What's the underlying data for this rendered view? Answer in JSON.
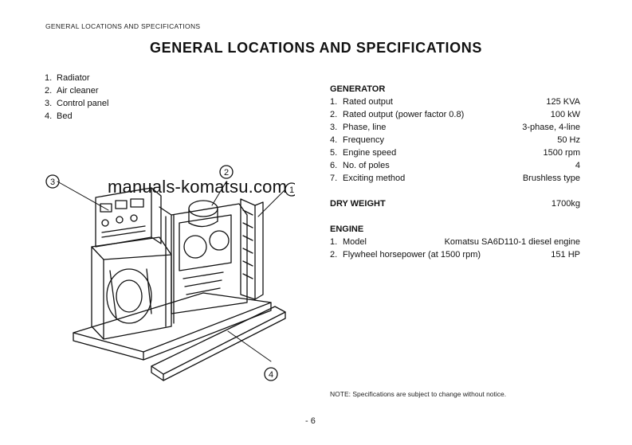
{
  "header": {
    "running_title": "GENERAL LOCATIONS AND SPECIFICATIONS"
  },
  "title": "GENERAL LOCATIONS AND SPECIFICATIONS",
  "parts": [
    {
      "num": "1.",
      "label": "Radiator"
    },
    {
      "num": "2.",
      "label": "Air cleaner"
    },
    {
      "num": "3.",
      "label": "Control panel"
    },
    {
      "num": "4.",
      "label": "Bed"
    }
  ],
  "generator": {
    "heading": "GENERATOR",
    "rows": [
      {
        "num": "1.",
        "label": "Rated output",
        "value": "125 KVA"
      },
      {
        "num": "2.",
        "label": "Rated output (power factor 0.8)",
        "value": "100 kW"
      },
      {
        "num": "3.",
        "label": "Phase, line",
        "value": "3-phase, 4-line"
      },
      {
        "num": "4.",
        "label": "Frequency",
        "value": "50 Hz"
      },
      {
        "num": "5.",
        "label": "Engine speed",
        "value": "1500 rpm"
      },
      {
        "num": "6.",
        "label": "No. of poles",
        "value": "4"
      },
      {
        "num": "7.",
        "label": "Exciting method",
        "value": "Brushless type"
      }
    ]
  },
  "dry_weight": {
    "label": "DRY WEIGHT",
    "value": "1700kg"
  },
  "engine": {
    "heading": "ENGINE",
    "rows": [
      {
        "num": "1.",
        "label": "Model",
        "value": "Komatsu SA6D110-1 diesel engine"
      },
      {
        "num": "2.",
        "label": "Flywheel horsepower (at 1500 rpm)",
        "value": "151 HP"
      }
    ]
  },
  "watermark": "manuals-komatsu.com",
  "callouts": [
    "3",
    "2",
    "1",
    "4"
  ],
  "note": "NOTE: Specifications are subject to change without notice.",
  "page_number": "- 6"
}
